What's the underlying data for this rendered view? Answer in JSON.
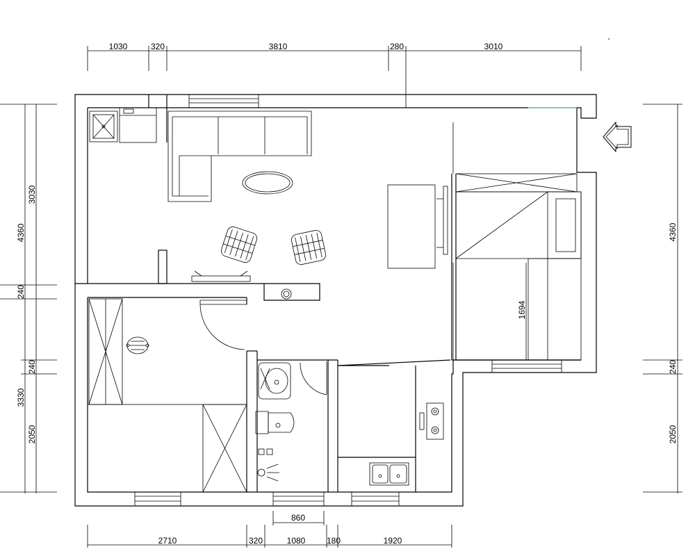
{
  "dimensions": {
    "top": [
      "1030",
      "320",
      "3810",
      "280",
      "3010"
    ],
    "bottom": [
      "2710",
      "320",
      "1080",
      "180",
      "1920"
    ],
    "bottom_inner": "860",
    "left_outer": [
      "4360",
      "240",
      "3330"
    ],
    "left_inner": [
      "3030",
      "240",
      "2050"
    ],
    "right": [
      "4360",
      "240",
      "2050"
    ],
    "interior": "1694"
  },
  "entrance_icon": "arrow-left-icon"
}
